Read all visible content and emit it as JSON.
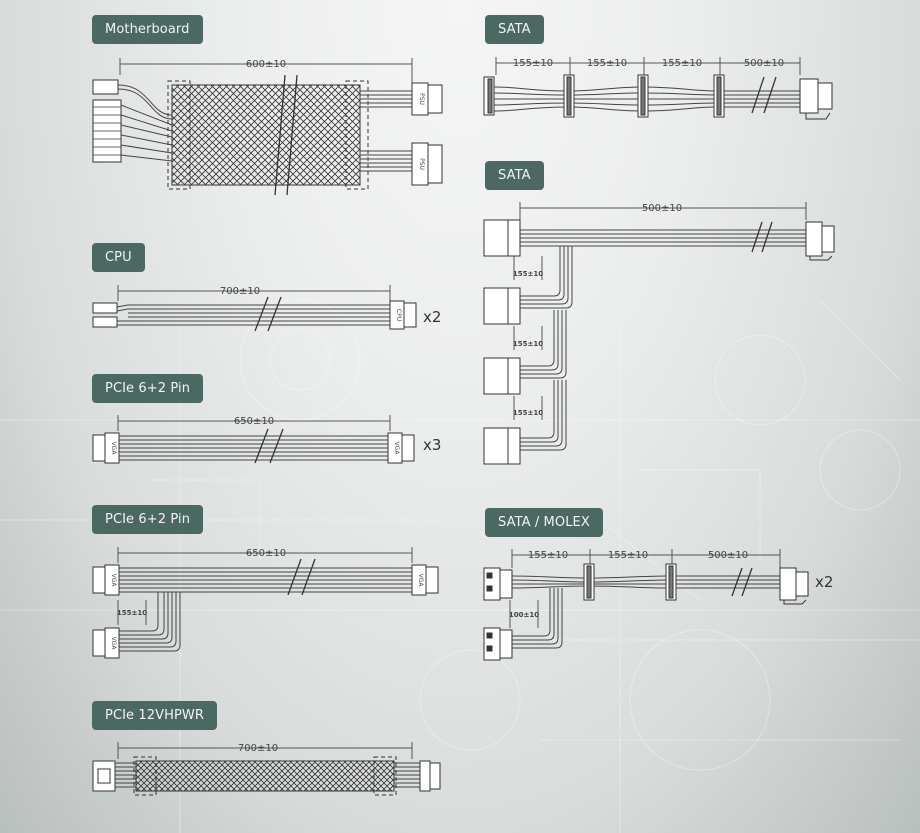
{
  "labels": {
    "motherboard": "Motherboard",
    "sata1": "SATA",
    "sata2": "SATA",
    "cpu": "CPU",
    "pcie1": "PCIe 6+2 Pin",
    "pcie2": "PCIe 6+2 Pin",
    "sata_molex": "SATA / MOLEX",
    "pcie_12v": "PCIe 12VHPWR"
  },
  "lengths": {
    "motherboard": "600±10",
    "cpu": "700±10",
    "pcie1": "650±10",
    "pcie2_main": "650±10",
    "pcie2_branch": "155±10",
    "pcie_12v": "700±10",
    "sata1_seg1": "155±10",
    "sata1_seg2": "155±10",
    "sata1_seg3": "155±10",
    "sata1_seg4": "500±10",
    "sata2_main": "500±10",
    "sata2_b1": "155±10",
    "sata2_b2": "155±10",
    "sata2_b3": "155±10",
    "sm_seg1": "155±10",
    "sm_seg2": "155±10",
    "sm_seg3": "500±10",
    "sm_branch": "100±10"
  },
  "connectors": {
    "psu": "PSU",
    "cpu": "CPU",
    "vga": "VGA"
  },
  "counts": {
    "cpu": "x2",
    "pcie1": "x3",
    "sata_molex": "x2"
  }
}
